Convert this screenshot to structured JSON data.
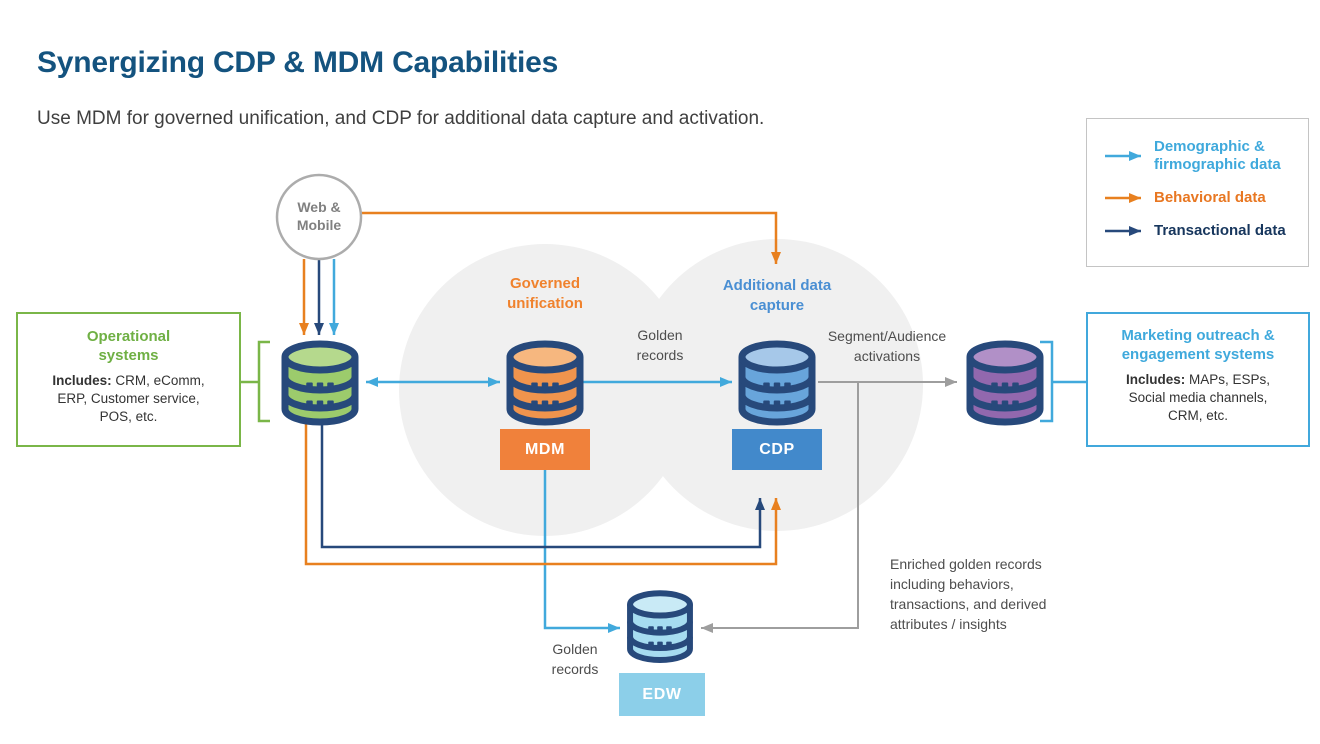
{
  "page": {
    "title": "Synergizing CDP & MDM Capabilities",
    "subtitle": "Use MDM for governed unification, and CDP for additional data capture and activation."
  },
  "legend": {
    "items": [
      {
        "label": "Demographic & firmographic data",
        "color": "#3FA9DC"
      },
      {
        "label": "Behavioral data",
        "color": "#E87722"
      },
      {
        "label": "Transactional data",
        "color": "#17365D"
      }
    ]
  },
  "web_mobile": {
    "label": "Web & Mobile"
  },
  "operational_box": {
    "title": "Operational systems",
    "includes_label": "Includes:",
    "includes_text": " CRM, eComm, ERP, Customer service, POS, etc."
  },
  "marketing_box": {
    "title": "Marketing outreach & engagement systems",
    "includes_label": "Includes:",
    "includes_text": " MAPs, ESPs, Social media channels, CRM, etc."
  },
  "mdm": {
    "caption": "Governed unification",
    "badge": "MDM"
  },
  "cdp": {
    "caption": "Additional data capture",
    "badge": "CDP"
  },
  "edw": {
    "badge": "EDW"
  },
  "flow_labels": {
    "golden_records_top": "Golden records",
    "segment_audience": "Segment/Audience activations",
    "golden_records_bottom": "Golden records",
    "enriched_golden_records": "Enriched golden records including behaviors, transactions, and derived attributes / insights"
  },
  "colors": {
    "title": "#14537F",
    "demographic_blue": "#41A9DC",
    "behavioral_orange": "#E8801F",
    "transactional_navy": "#27497B",
    "operational_green": "#7AB648",
    "mdm_orange": "#F0813B",
    "cdp_blue": "#4289CB",
    "edw_light_blue": "#8CCFE9",
    "purple_db": "#9268AE",
    "flow_gray": "#9E9E9E",
    "venn_gray": "#F0F0F0"
  }
}
